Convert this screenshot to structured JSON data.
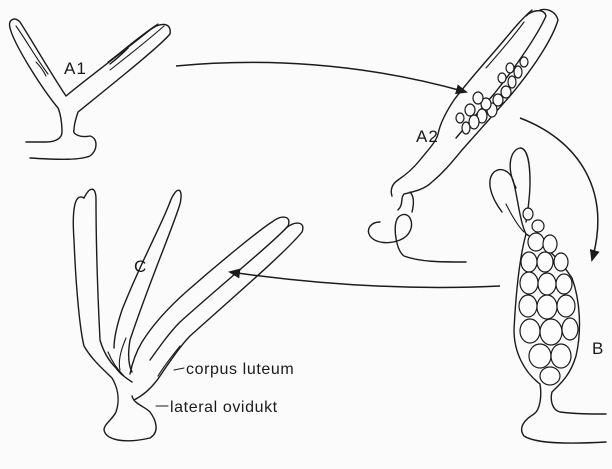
{
  "labels": {
    "a1": "A1",
    "a2": "A2",
    "b": "B",
    "c": "C"
  },
  "annotations": {
    "corpus_luteum": "corpus luteum",
    "lateral_oviduct": "lateral ovidukt"
  }
}
